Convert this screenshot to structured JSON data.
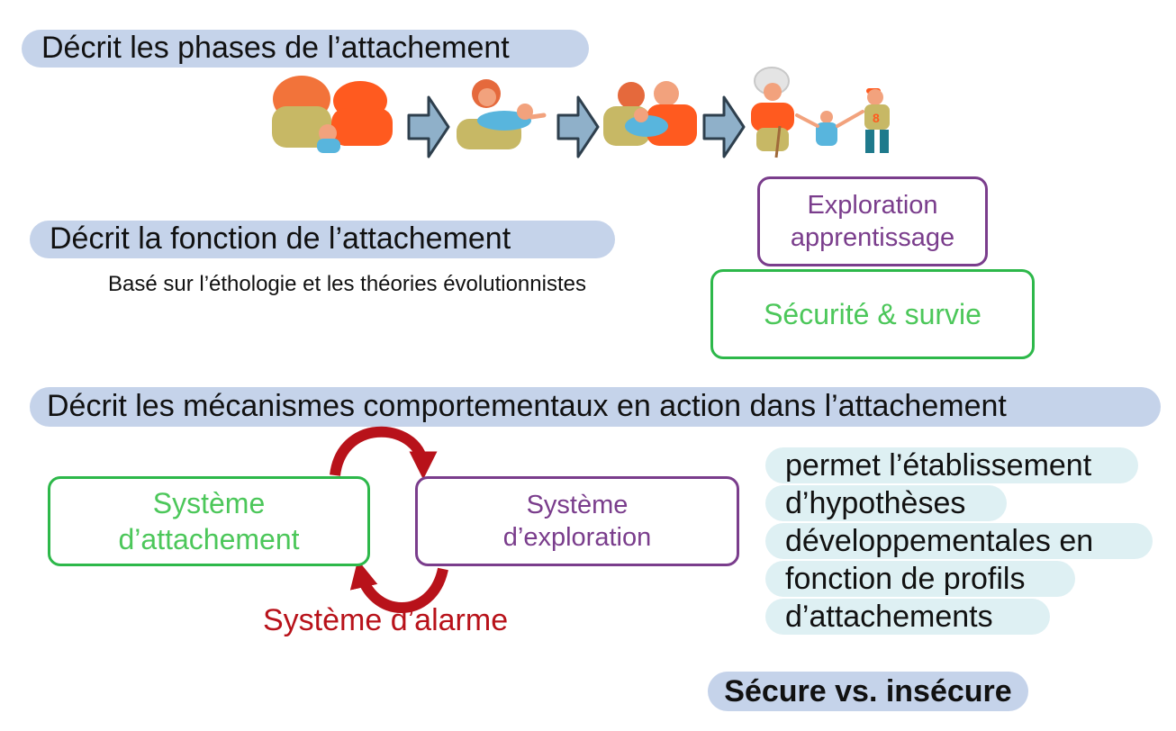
{
  "headings": {
    "phases": "Décrit les phases de l’attachement",
    "fonction": "Décrit la fonction de l’attachement",
    "mecanismes": "Décrit les mécanismes comportementaux en action dans l’attachement",
    "secure": "Sécure vs. insécure"
  },
  "fonction_subtitle": "Basé sur l’éthologie et les théories évolutionnistes",
  "boxes": {
    "exploration_top": [
      "Exploration",
      "apprentissage"
    ],
    "securite": "Sécurité & survie",
    "attachement": [
      "Système",
      "d’attachement"
    ],
    "exploration_sys": [
      "Système",
      "d’exploration"
    ]
  },
  "alarm_label": "Système d’alarme",
  "hypotheses_lines": [
    "permet l’établissement",
    "d’hypothèses",
    "développementales en",
    "fonction de profils",
    "d’attachements"
  ],
  "colors": {
    "pill": "#c5d3ea",
    "green": "#2db84a",
    "purple": "#7a3d8c",
    "red": "#b8121a",
    "arrow": "#8fb0c9",
    "hyp_bg": "#def0f3"
  },
  "phase_illustrations": [
    "parents-holding-baby-icon",
    "parent-lifting-baby-icon",
    "family-with-toddler-icon",
    "grandparent-and-children-icon"
  ]
}
